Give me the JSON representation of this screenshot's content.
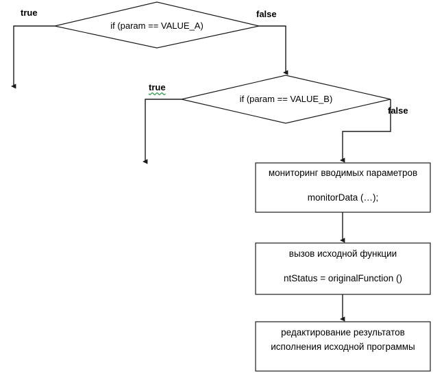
{
  "diagram": {
    "title": "API hook flowchart",
    "line_color": "#1a1a1a",
    "text_color": "#000000",
    "background": "#ffffff",
    "spellcheck_color": "#2e9b4f",
    "decisions": [
      {
        "id": "decision-value-a",
        "text": "if (param == VALUE_A)",
        "true_label": "true",
        "false_label": "false"
      },
      {
        "id": "decision-value-b",
        "text": "if (param == VALUE_B)",
        "true_label": "true",
        "false_label": "false"
      }
    ],
    "processes": [
      {
        "id": "process-monitor",
        "line1": "мониторинг вводимых параметров",
        "line2": "monitorData (…);"
      },
      {
        "id": "process-original-call",
        "line1": "вызов исходной функции",
        "line2": "ntStatus = originalFunction ()"
      },
      {
        "id": "process-edit-results",
        "line1": "редактирование результатов",
        "line2": "исполнения исходной программы"
      }
    ]
  }
}
